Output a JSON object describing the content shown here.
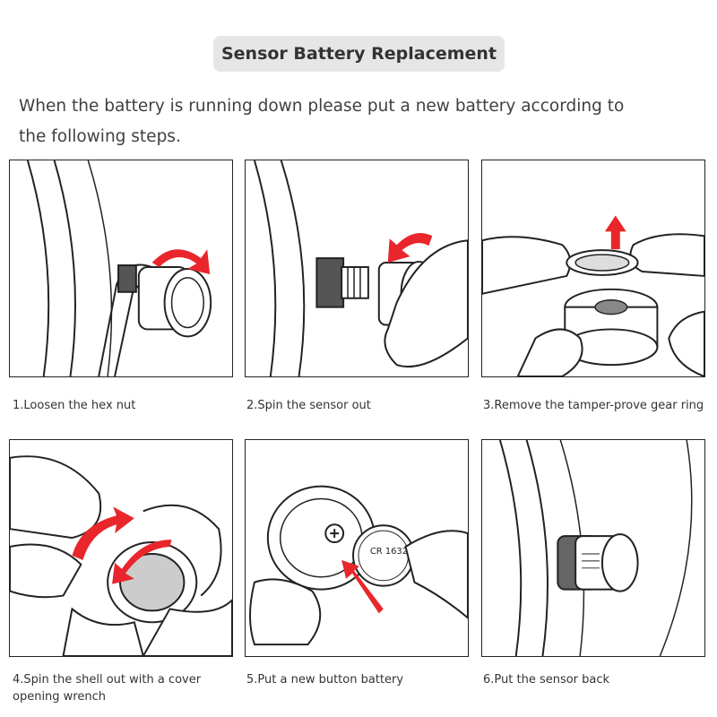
{
  "header": {
    "title": "Sensor Battery Replacement"
  },
  "intro": {
    "text": "When the battery is running down please put a new battery according to the following steps."
  },
  "steps": [
    {
      "caption": "1.Loosen the hex nut"
    },
    {
      "caption": "2.Spin the sensor out"
    },
    {
      "caption": "3.Remove the tamper-prove gear ring"
    },
    {
      "caption": "4.Spin the shell out with a cover opening wrench"
    },
    {
      "caption": "5.Put a new button battery"
    },
    {
      "caption": "6.Put the sensor back"
    }
  ],
  "battery": {
    "label": "CR 1632"
  },
  "colors": {
    "arrow": "#e8262b",
    "pill": "#e6e6e6",
    "line": "#222222"
  }
}
